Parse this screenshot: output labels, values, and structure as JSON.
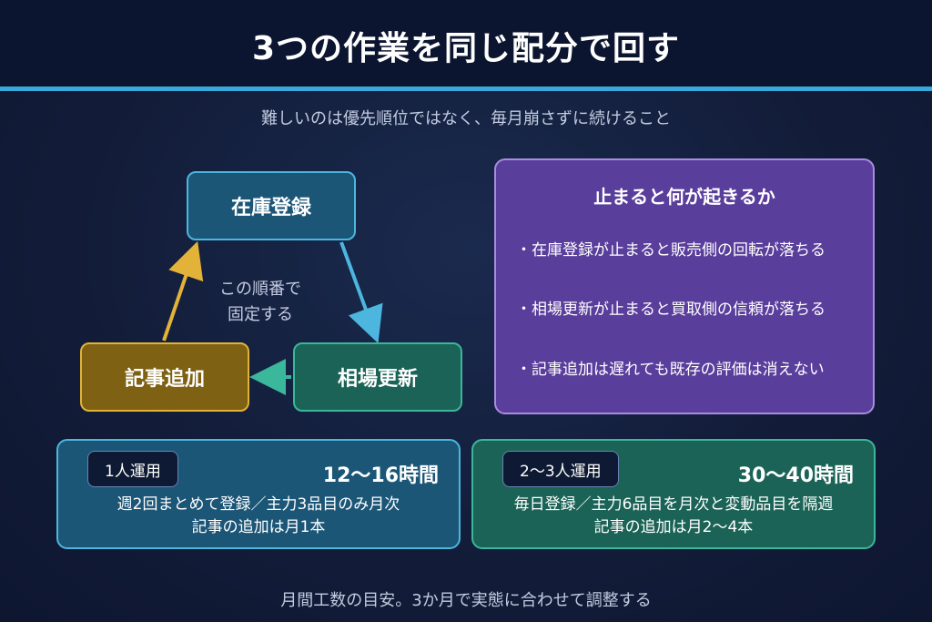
{
  "title": "3つの作業を同じ配分で回す",
  "subtitle": "難しいのは優先順位ではなく、毎月崩さずに続けること",
  "cycle": {
    "inventory": "在庫登録",
    "pricing": "相場更新",
    "article": "記事追加",
    "center_note_line1": "この順番で",
    "center_note_line2": "固定する"
  },
  "warning": {
    "title": "止まると何が起きるか",
    "items": [
      "・在庫登録が止まると販売側の回転が落ちる",
      "・相場更新が止まると買取側の信頼が落ちる",
      "・記事追加は遅れても既存の評価は消えない"
    ]
  },
  "plans": [
    {
      "badge": "1人運用",
      "hours": "12〜16時間",
      "line1": "週2回まとめて登録／主力3品目のみ月次",
      "line2": "記事の追加は月1本"
    },
    {
      "badge": "2〜3人運用",
      "hours": "30〜40時間",
      "line1": "毎日登録／主力6品目を月次と変動品目を隔週",
      "line2": "記事の追加は月2〜4本"
    }
  ],
  "footer": "月間工数の目安。3か月で実態に合わせて調整する",
  "colors": {
    "accent_rule": "#39a9dc",
    "inventory": "#1c5677",
    "pricing": "#1b6356",
    "article": "#7e6113",
    "warning": "#5a3e9c"
  }
}
